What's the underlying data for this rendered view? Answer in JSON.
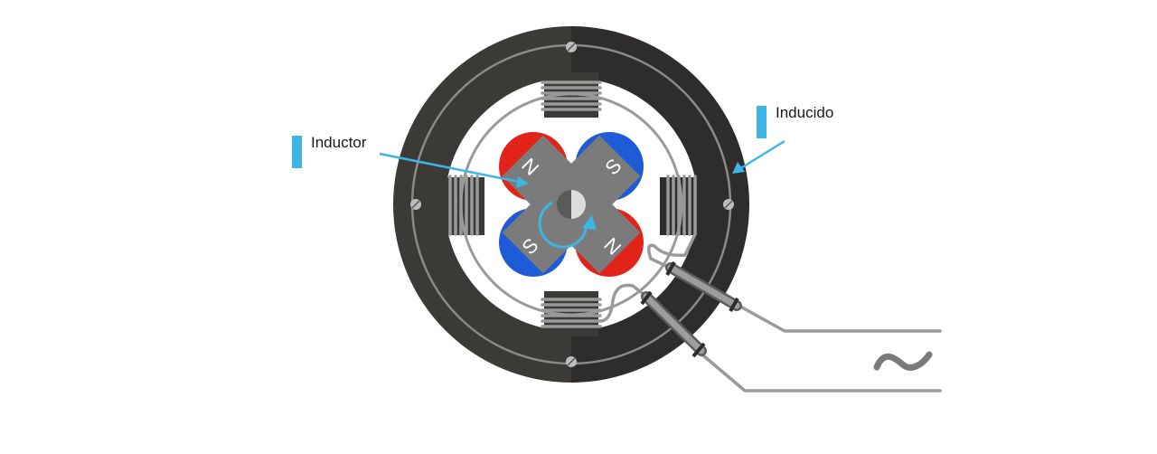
{
  "labels": {
    "inductor": "Inductor",
    "inducido": "Inducido"
  },
  "poles": {
    "top_left": "N",
    "top_right": "S",
    "bottom_left": "S",
    "bottom_right": "N"
  },
  "ac_symbol": "~",
  "colors": {
    "accent": "#3db5e6",
    "stator_dark": "#2e2d2b",
    "stator_light": "#3c3a37",
    "rotor_gray": "#7b7b7b",
    "coil_gray": "#9a9a9a",
    "pole_north": "#e2231a",
    "pole_south": "#1e5bd6",
    "wire": "#9a9a9a"
  },
  "icons": {
    "rotation": "rotation-arrow-icon",
    "screw": "screw-icon",
    "ac": "alternating-current-icon"
  }
}
